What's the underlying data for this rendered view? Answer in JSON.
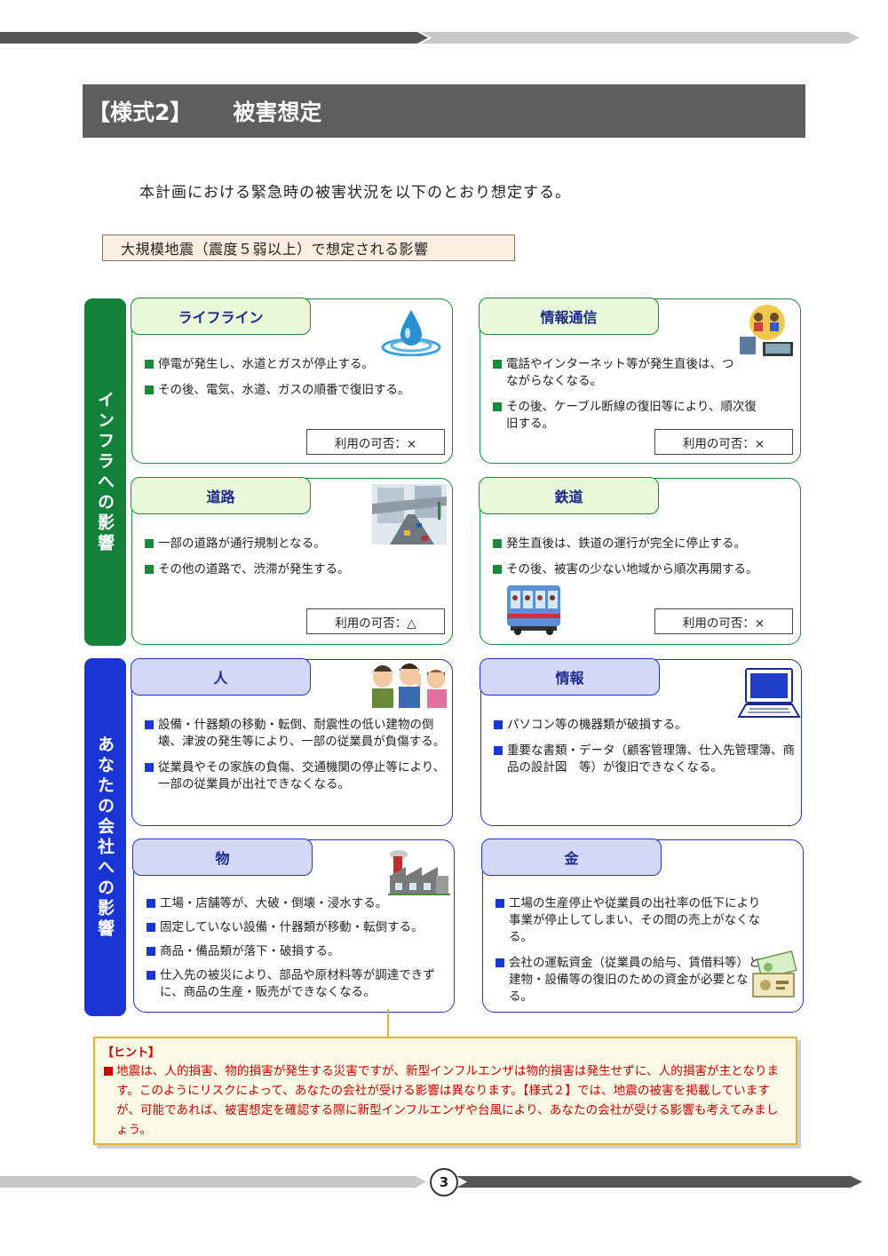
{
  "header": {
    "bracket": "【様式2】",
    "title": "被害想定"
  },
  "intro": "本計画における緊急時の被害状況を以下のとおり想定する。",
  "assumption": "大規模地震（震度５弱以上）で想定される影響",
  "sections": {
    "infra": "インフラへの影響",
    "company": "あなたの会社への影響"
  },
  "cards": {
    "lifeline": {
      "title": "ライフライン",
      "items": [
        "停電が発生し、水道とガスが停止する。",
        "その後、電気、水道、ガスの順番で復旧する。"
      ],
      "usable": "利用の可否：×"
    },
    "telecom": {
      "title": "情報通信",
      "items": [
        "電話やインターネット等が発生直後は、つながらなくなる。",
        "その後、ケーブル断線の復旧等により、順次復旧する。"
      ],
      "usable": "利用の可否：×"
    },
    "road": {
      "title": "道路",
      "items": [
        "一部の道路が通行規制となる。",
        "その他の道路で、渋滞が発生する。"
      ],
      "usable": "利用の可否：△"
    },
    "railway": {
      "title": "鉄道",
      "items": [
        "発生直後は、鉄道の運行が完全に停止する。",
        "その後、被害の少ない地域から順次再開する。"
      ],
      "usable": "利用の可否：×"
    },
    "people": {
      "title": "人",
      "items": [
        "設備・什器類の移動・転倒、耐震性の低い建物の倒壊、津波の発生等により、一部の従業員が負傷する。",
        "従業員やその家族の負傷、交通機関の停止等により、一部の従業員が出社できなくなる。"
      ]
    },
    "information": {
      "title": "情報",
      "items": [
        "パソコン等の機器類が破損する。",
        "重要な書類・データ（顧客管理簿、仕入先管理簿、商品の設計図　等）が復旧できなくなる。"
      ]
    },
    "goods": {
      "title": "物",
      "items": [
        "工場・店舗等が、大破・倒壊・浸水する。",
        "固定していない設備・什器類が移動・転倒する。",
        "商品・備品類が落下・破損する。",
        "仕入先の被災により、部品や原材料等が調達できずに、商品の生産・販売ができなくなる。"
      ]
    },
    "money": {
      "title": "金",
      "items": [
        "工場の生産停止や従業員の出社率の低下により事業が停止してしまい、その間の売上がなくなる。",
        "会社の運転資金（従業員の給与、賃借料等）と建物・設備等の復旧のための資金が必要となる。"
      ]
    }
  },
  "hint": {
    "title": "【ヒント】",
    "body": "地震は、人的損害、物的損害が発生する災害ですが、新型インフルエンザは物的損害は発生せずに、人的損害が主となります。このようにリスクによって、あなたの会社が受ける影響は異なります。【様式２】では、地震の被害を掲載していますが、可能であれば、被害想定を確認する際に新型インフルエンザや台風により、あなたの会社が受ける影響も考えてみましょう。"
  },
  "page_number": "3",
  "colors": {
    "infra": "#12823a",
    "company": "#1a35d4",
    "hint_text": "#cc0000",
    "title_band": "#5e5e5e"
  }
}
